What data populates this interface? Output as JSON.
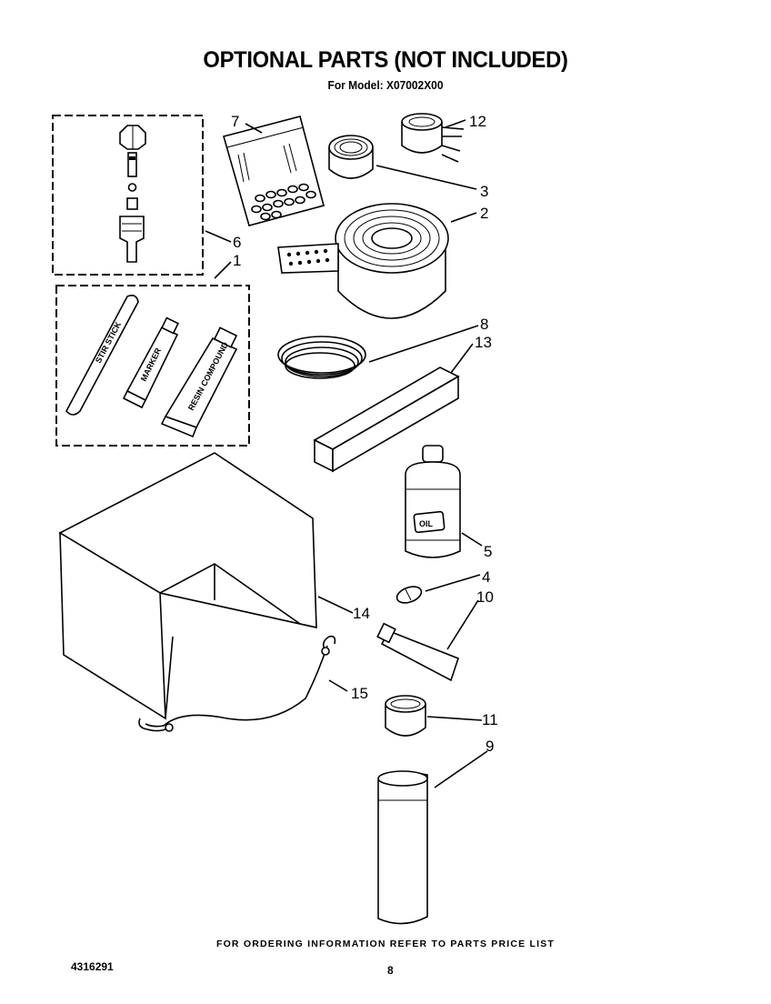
{
  "header": {
    "title": "OPTIONAL PARTS (NOT INCLUDED)",
    "model": "For Model: X07002X00"
  },
  "callouts": {
    "c1": "1",
    "c2": "2",
    "c3": "3",
    "c4": "4",
    "c5": "5",
    "c6": "6",
    "c7": "7",
    "c8": "8",
    "c9": "9",
    "c10": "10",
    "c11": "11",
    "c12": "12",
    "c13": "13",
    "c14": "14",
    "c15": "15"
  },
  "part_labels": {
    "oil_bottle": "OIL"
  },
  "footer": {
    "ordering_note": "FOR ORDERING INFORMATION REFER TO PARTS PRICE LIST",
    "doc_number": "4316291",
    "page_number": "8"
  }
}
